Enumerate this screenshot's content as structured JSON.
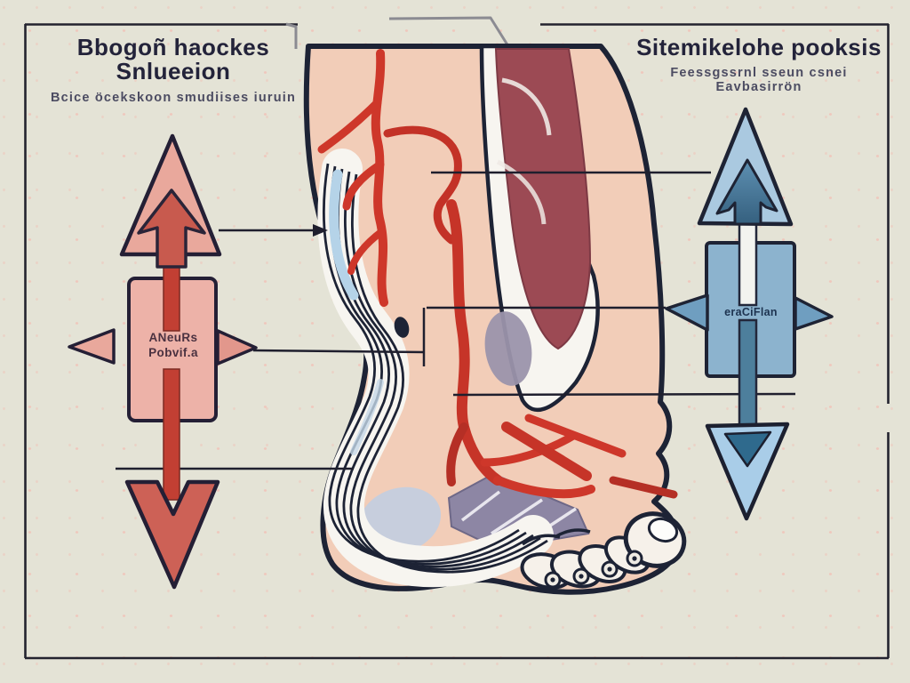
{
  "header": {
    "left": {
      "title": "Bbogoñ haockes Snlueeion",
      "subtitle": "Bcice öcekskoon smudiises iuruin"
    },
    "right": {
      "title": "Sitemikelohe pooksis",
      "subtitle": "Feessgssrnl sseun csnei Eavbasirrön"
    }
  },
  "labels": {
    "left_box": {
      "line1": "ANeuRs",
      "line2": "Pobvif.a"
    },
    "right_box": {
      "line1": "eraCiFlan"
    }
  },
  "icons": {
    "left_up_arrow": "red-up-arrow-icon",
    "left_down_arrow": "red-down-arrow-icon",
    "left_small_triangle": "red-left-triangle-icon",
    "right_up_arrow": "blue-up-arrow-icon",
    "right_down_arrow": "blue-down-arrow-icon"
  },
  "colors": {
    "background": "#e4e3d6",
    "frame": "#23232f",
    "ink_outline": "#1d2335",
    "red_arrow_light": "#e9a89c",
    "red_arrow_dark": "#c85a4e",
    "red_shaft": "#c23f33",
    "red_down": "#cd6156",
    "salmon_box": "#edb2a8",
    "blue_arrow_light": "#aac9e0",
    "blue_arrow_dark": "#47789a",
    "blue_box": "#8cb3ce",
    "blue_flank": "#6f9ec0",
    "teal_shaft": "#4d7f9c",
    "blue_down_light": "#a9cde8",
    "blue_down_dark": "#2f6a8d",
    "skin": "#f2cdb8",
    "artery": "#ce372a",
    "calf_muscle": "#9c4a54",
    "tendon_white": "#f7f5f0",
    "heel_pad": "#c7cedd",
    "plantar_muscle": "#8d86a4"
  }
}
